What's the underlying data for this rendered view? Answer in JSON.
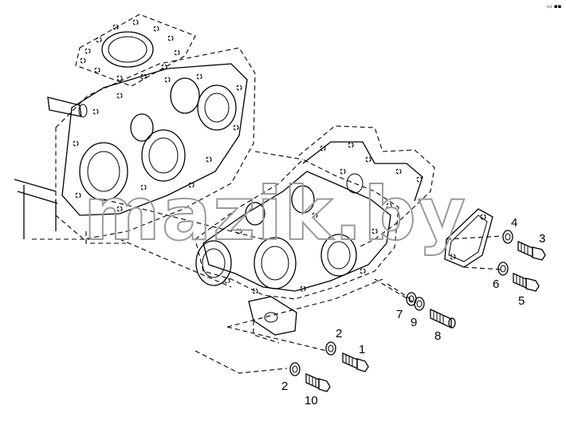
{
  "diagram": {
    "watermark": "mazik.by",
    "corner_mark": "▭ ▪▪",
    "callouts": [
      {
        "id": "c1",
        "label": "1"
      },
      {
        "id": "c2a",
        "label": "2"
      },
      {
        "id": "c2b",
        "label": "2"
      },
      {
        "id": "c3",
        "label": "3"
      },
      {
        "id": "c4",
        "label": "4"
      },
      {
        "id": "c5",
        "label": "5"
      },
      {
        "id": "c6",
        "label": "6"
      },
      {
        "id": "c7",
        "label": "7"
      },
      {
        "id": "c8",
        "label": "8"
      },
      {
        "id": "c9",
        "label": "9"
      },
      {
        "id": "c10",
        "label": "10"
      }
    ]
  }
}
